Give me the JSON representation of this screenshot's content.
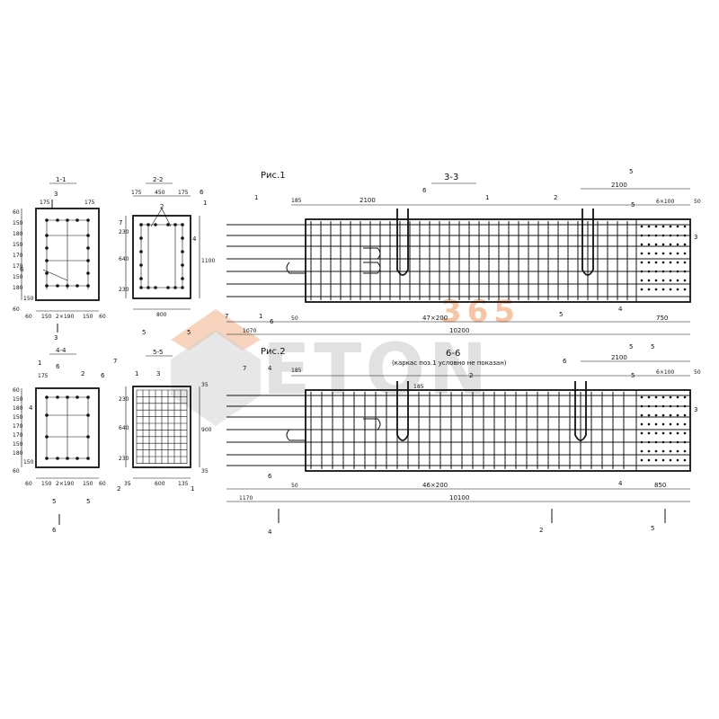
{
  "watermark": {
    "text": "ETON",
    "number": "365"
  },
  "fig1": {
    "label": "Рис.1",
    "section_mark": "3-3",
    "dims": {
      "d185": "185",
      "d2100a": "2100",
      "d2100b": "2100",
      "d6x100": "6×100",
      "d50": "50",
      "d47x200": "47×200",
      "d750": "750",
      "d1070": "1070",
      "d50b": "50",
      "d10200": "10200"
    },
    "callouts": {
      "c1": "1",
      "c6": "6",
      "c2": "2",
      "c4": "4",
      "c5a": "5",
      "c5b": "5",
      "c3": "3",
      "c7": "7",
      "c1b": "1",
      "c6b": "6",
      "cut1": "1",
      "cut2": "2",
      "cut5": "5"
    }
  },
  "fig2": {
    "label": "Рис.2",
    "section_mark": "6-6",
    "note": "(каркас поз.1 условно не показан)",
    "dims": {
      "d185": "185",
      "d185b": "185",
      "d2100": "2100",
      "d6x100": "6×100",
      "d50": "50",
      "d46x200": "46×200",
      "d850": "850",
      "d1170": "1170",
      "d50b": "50",
      "d10100": "10100"
    },
    "callouts": {
      "c7": "7",
      "c4": "4",
      "c2": "2",
      "c6": "6",
      "c5a": "5",
      "c5b": "5",
      "c3": "3",
      "c6b": "6",
      "c4b": "4",
      "cut4": "4",
      "cut2": "2",
      "cut5": "5",
      "cut5top": "5"
    }
  },
  "sec11": {
    "title": "1-1",
    "mark_top": "3",
    "mark_bottom": "3",
    "top": [
      "175",
      "175"
    ],
    "left": [
      "60",
      "150",
      "180",
      "150",
      "170",
      "170",
      "150",
      "180",
      "150",
      "60"
    ],
    "bottom": [
      "60",
      "150",
      "2×190",
      "150",
      "60"
    ],
    "callout": "6"
  },
  "sec22": {
    "title": "2-2",
    "top": [
      "175",
      "450",
      "175"
    ],
    "left": [
      "230",
      "640",
      "230"
    ],
    "right": "1100",
    "bottom": "800",
    "callouts": {
      "c7": "7",
      "c2": "2",
      "c6": "6",
      "c1": "1",
      "c4": "4",
      "c5a": "5",
      "c5b": "5"
    }
  },
  "sec44": {
    "title": "4-4",
    "top": "175",
    "left": [
      "60",
      "150",
      "180",
      "150",
      "170",
      "170",
      "150",
      "180",
      "150",
      "60"
    ],
    "bottom": [
      "60",
      "150",
      "2×190",
      "150",
      "60"
    ],
    "callouts": {
      "c1": "1",
      "c6": "6",
      "c2": "2",
      "c6b": "6",
      "c4": "4",
      "c5": "5",
      "c5b": "5"
    },
    "mark_bottom": "6"
  },
  "sec55": {
    "title": "5-5",
    "left": [
      "230",
      "640",
      "230"
    ],
    "right_top": "35",
    "right": "900",
    "right_bottom": "35",
    "bottom": [
      "35",
      "600",
      "135"
    ],
    "callouts": {
      "c7": "7",
      "c1": "1",
      "c3": "3",
      "c2": "2",
      "c1b": "1"
    }
  }
}
